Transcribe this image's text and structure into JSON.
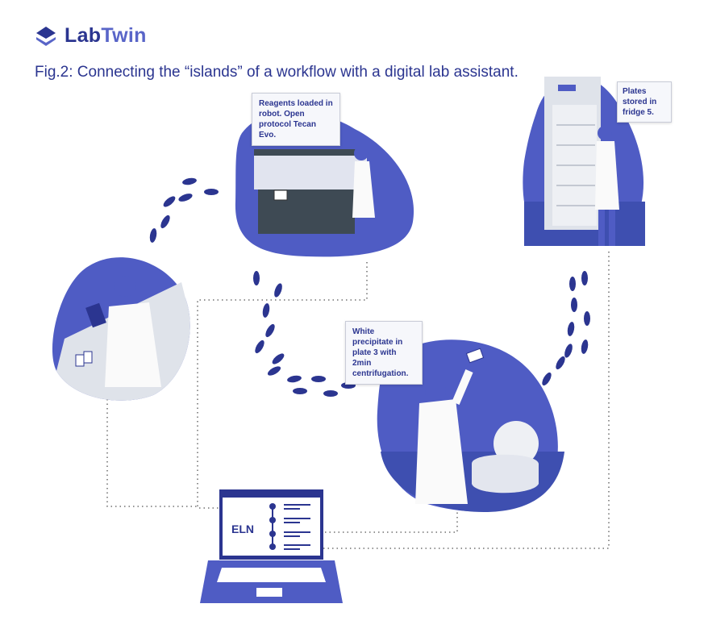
{
  "logo": {
    "part1": "Lab",
    "part2": "Twin"
  },
  "title": "Fig.2: Connecting the “islands” of a workflow with a digital lab assistant.",
  "callouts": {
    "robot": "Reagents loaded in robot. Open protocol Tecan Evo.",
    "fridge": "Plates stored in fridge 5.",
    "centrifuge": "White precipitate in plate 3 with 2min centrifugation."
  },
  "laptop": {
    "screen_label": "ELN"
  },
  "colors": {
    "primary": "#2b3590",
    "accent": "#5965c8",
    "blob": "#4f5cc4",
    "blob_light": "#7f8ad8"
  }
}
